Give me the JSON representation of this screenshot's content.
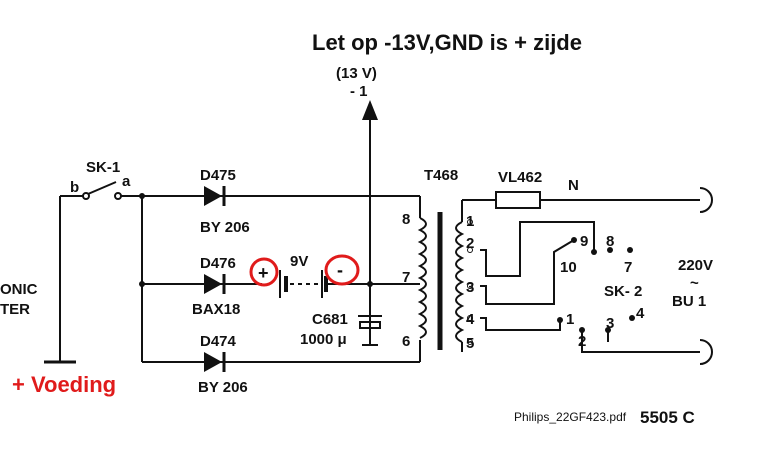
{
  "annotations": {
    "top_note": "Let op -13V,GND is + zijde",
    "left_note": "+ Voeding",
    "file_label": "Philips_22GF423.pdf",
    "page_code": "5505 C"
  },
  "labels": {
    "voltage_top": "(13 V)",
    "voltage_minus1": "- 1",
    "sk1": "SK-1",
    "sk1_b": "b",
    "sk1_a": "a",
    "d475": "D475",
    "by206_top": "BY 206",
    "d476": "D476",
    "bax18": "BAX18",
    "d474": "D474",
    "by206_bottom": "BY 206",
    "nine_v": "9V",
    "c681": "C681",
    "cap_value": "1000 μ",
    "t468": "T468",
    "vl462": "VL462",
    "n": "N",
    "pin8": "8",
    "pin7": "7",
    "pin6": "6",
    "p1": "1",
    "p2": "2",
    "p3": "3",
    "p4": "4",
    "p5": "5",
    "sk2": "SK- 2",
    "sk2_9": "9",
    "sk2_8": "8",
    "sk2_10": "10",
    "sk2_7": "7",
    "sk2_1": "1",
    "sk2_2": "2",
    "sk2_3": "3",
    "sk2_4": "4",
    "v220": "220V",
    "tilde": "~",
    "bu1": "BU 1",
    "plus_mark": "+",
    "minus_mark": "-",
    "left_cut_1": "ONIC",
    "left_cut_2": "TER"
  },
  "colors": {
    "line": "#111111",
    "highlight": "#e01b1b"
  }
}
